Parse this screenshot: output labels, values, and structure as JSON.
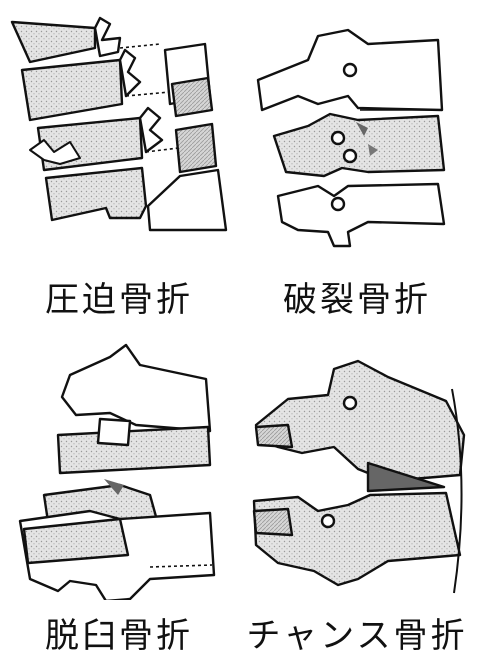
{
  "labels": {
    "compression": "圧迫骨折",
    "burst": "破裂骨折",
    "dislocation": "脱臼骨折",
    "chance": "チャンス骨折"
  },
  "colors": {
    "ink": "#111111",
    "shade": "#bdbdbd",
    "dark_shade": "#8a8a8a"
  }
}
